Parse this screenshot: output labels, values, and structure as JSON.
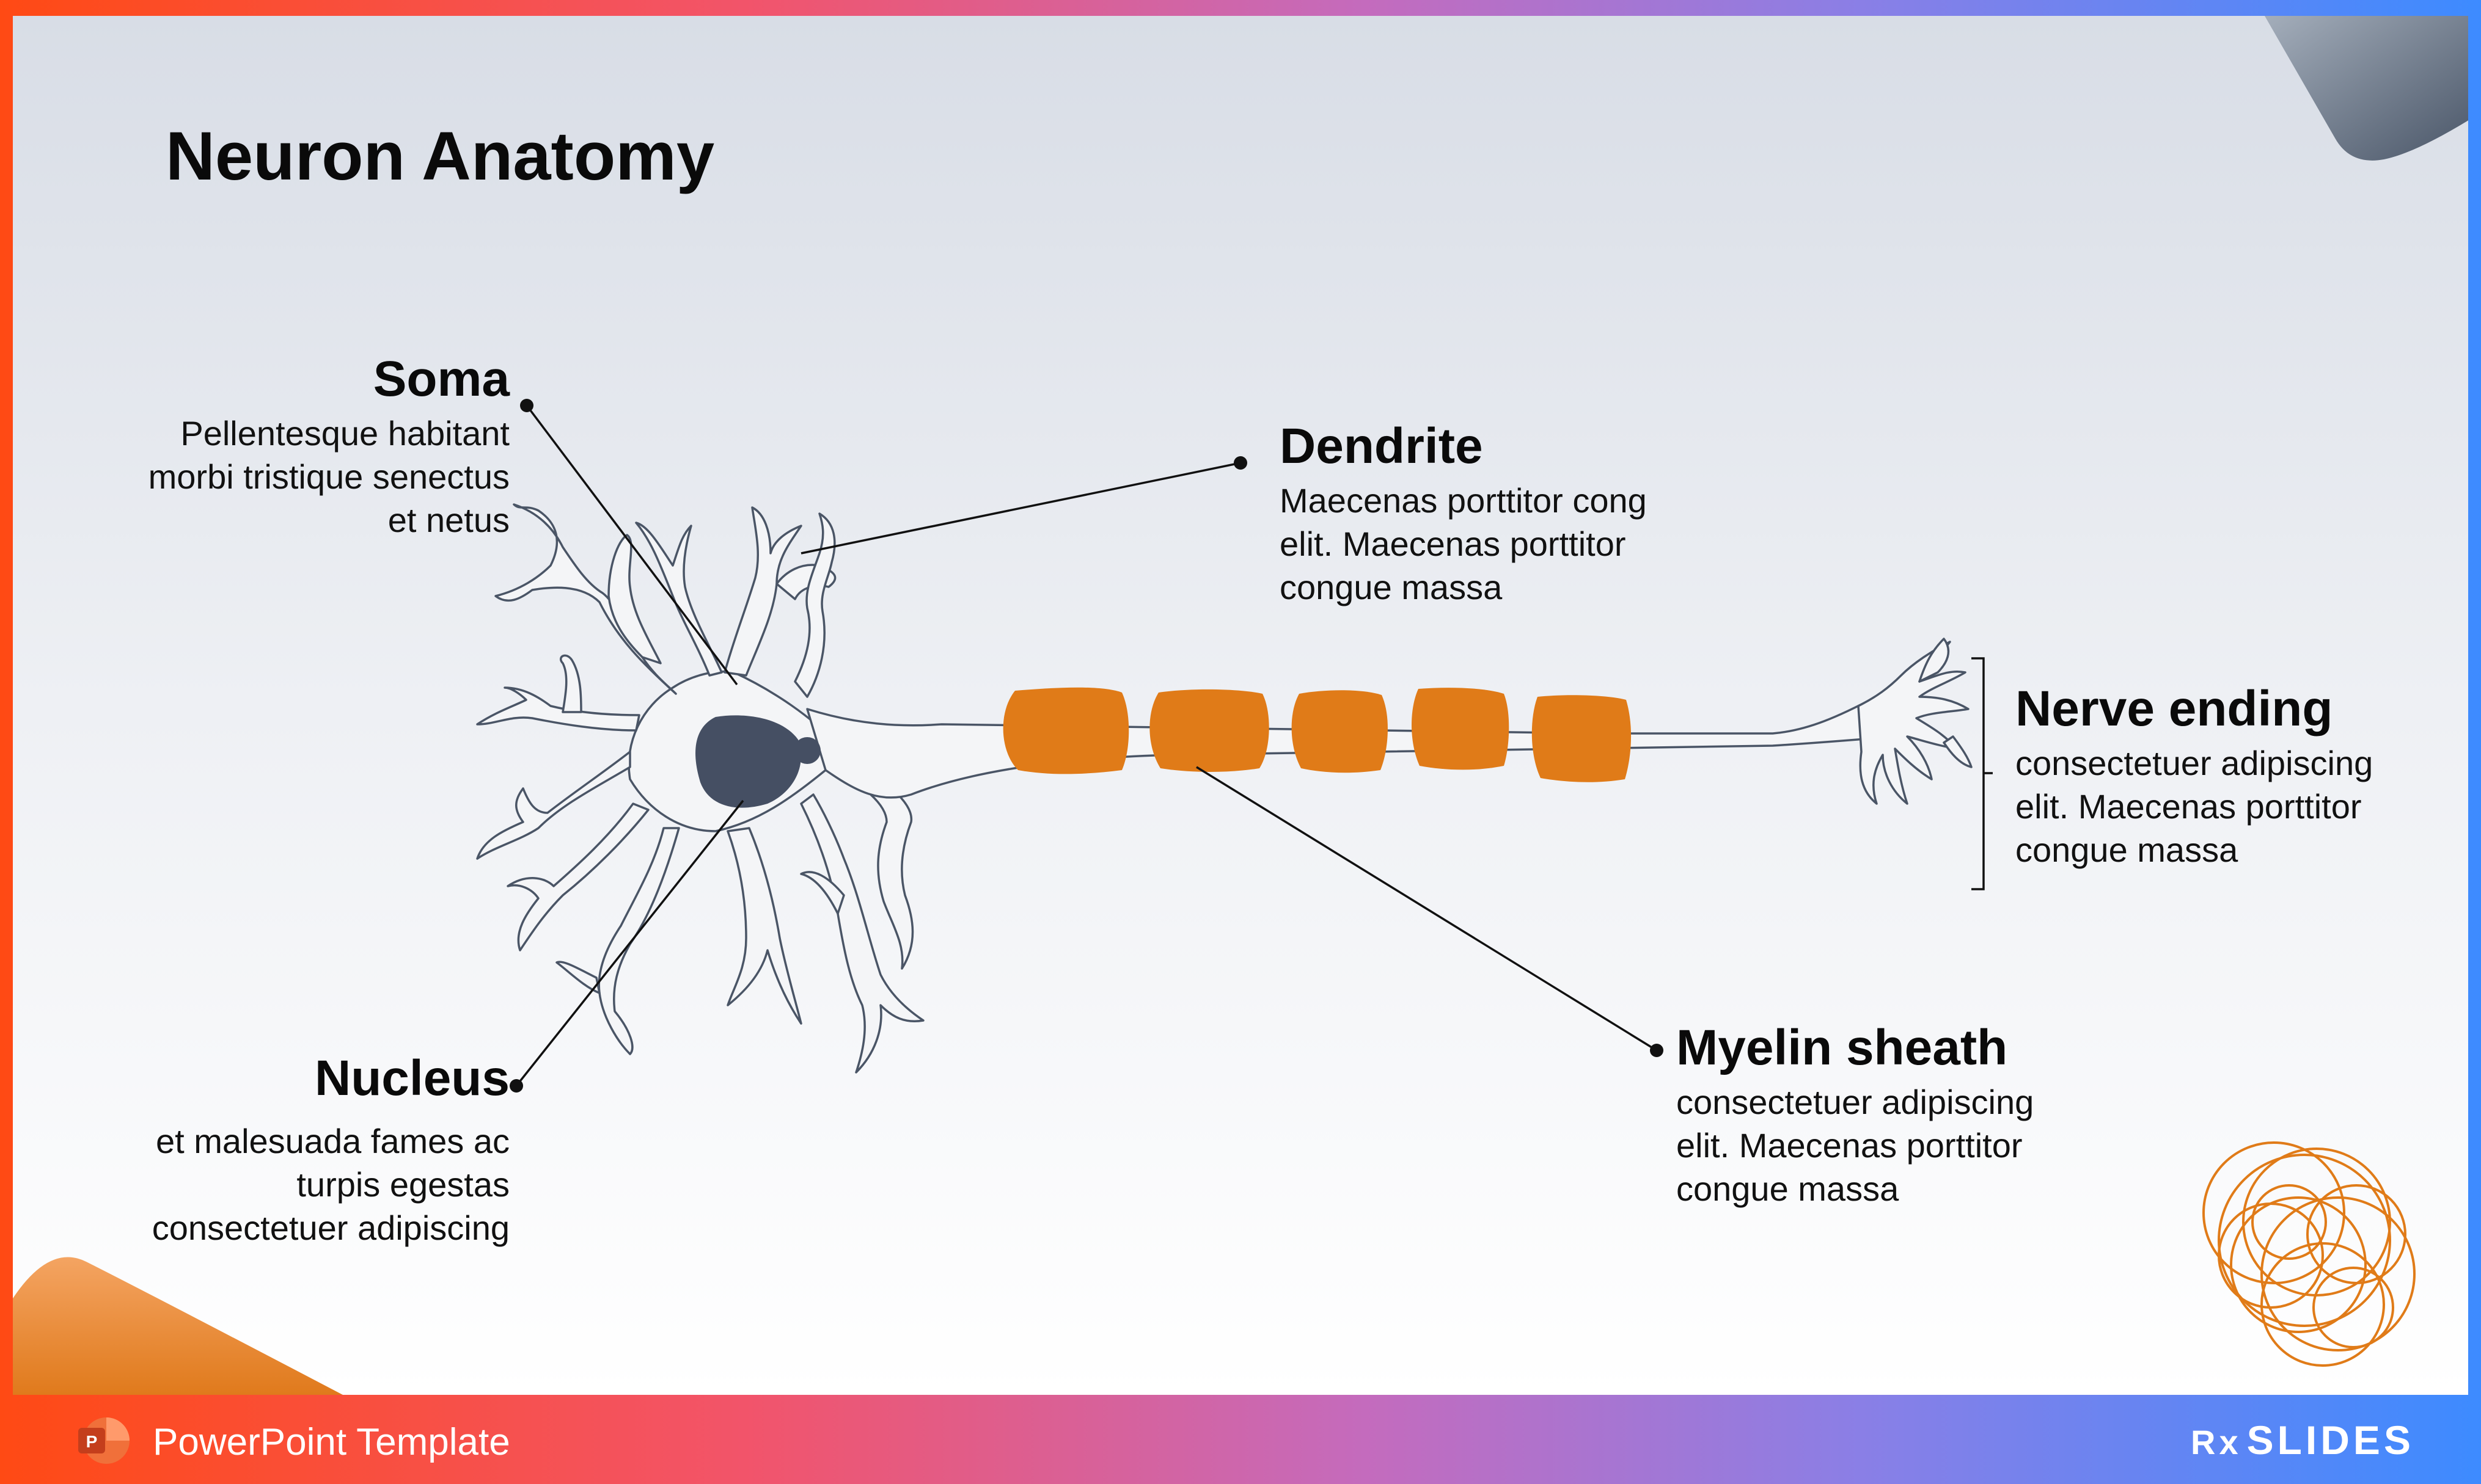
{
  "slide": {
    "title": "Neuron Anatomy",
    "accent_color": "#e07b18",
    "nucleus_color": "#454f63"
  },
  "labels": {
    "soma": {
      "title": "Soma",
      "lines": [
        "Pellentesque habitant",
        "morbi tristique senectus",
        "et netus"
      ]
    },
    "dendrite": {
      "title": "Dendrite",
      "lines": [
        "Maecenas porttitor cong",
        "elit. Maecenas porttitor",
        "congue massa"
      ]
    },
    "nerve_ending": {
      "title": "Nerve ending",
      "lines": [
        "consectetuer adipiscing",
        "elit. Maecenas porttitor",
        "congue massa"
      ]
    },
    "nucleus": {
      "title": "Nucleus",
      "lines": [
        "et malesuada fames ac",
        "turpis egestas",
        "consectetuer adipiscing"
      ]
    },
    "myelin_sheath": {
      "title": "Myelin sheath",
      "lines": [
        "consectetuer adipiscing",
        "elit. Maecenas porttitor",
        "congue massa"
      ]
    }
  },
  "footer": {
    "text": "PowerPoint Template",
    "app_icon": "powerpoint-icon",
    "brand": "SLIDES",
    "brand_mark": "Rx"
  }
}
